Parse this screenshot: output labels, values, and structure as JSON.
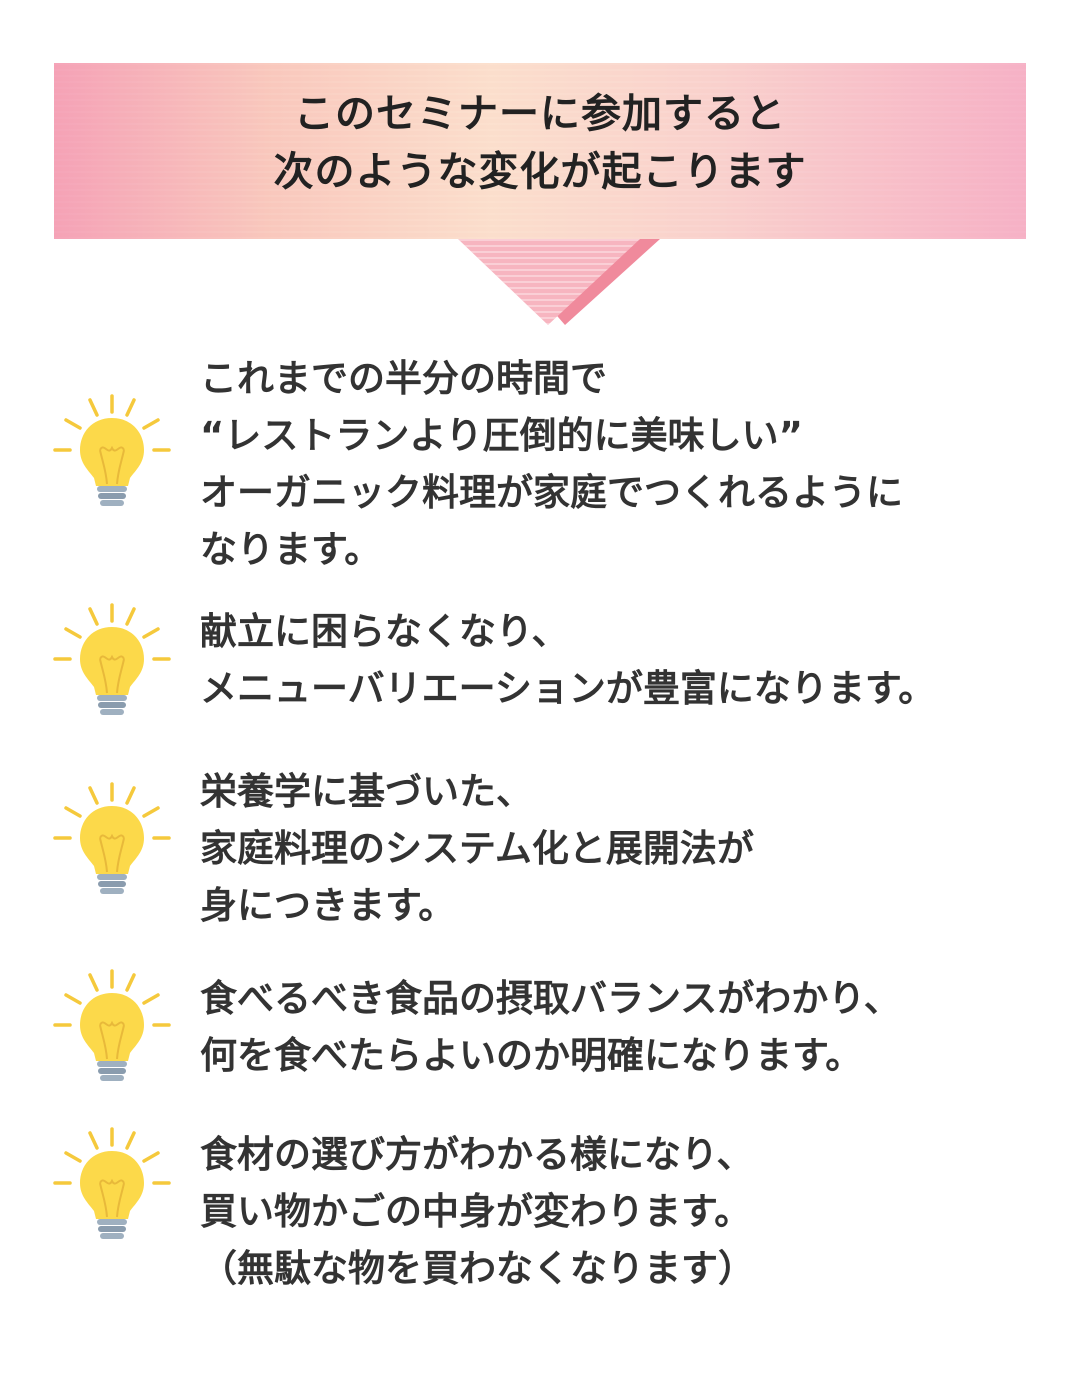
{
  "banner": {
    "title_lines": [
      "このセミナーに参加すると",
      "次のような変化が起こります"
    ]
  },
  "icons": {
    "pointer": "down-arrow-icon",
    "bullet": "lightbulb-icon"
  },
  "colors": {
    "banner_pink": "#f5a8be",
    "banner_peach": "#fce4cc",
    "pointer_pink": "#f29aa8",
    "bulb_yellow": "#fcd94a",
    "bulb_base": "#8fa3b5",
    "text": "#333333"
  },
  "benefits": [
    {
      "lines": [
        "これまでの半分の時間で",
        "“レストランより圧倒的に美味しい”",
        "オーガニック料理が家庭でつくれるように",
        "なります。"
      ]
    },
    {
      "lines": [
        "献立に困らなくなり、",
        "メニューバリエーションが豊富になります。"
      ]
    },
    {
      "lines": [
        "栄養学に基づいた、",
        "家庭料理のシステム化と展開法が",
        "身につきます。"
      ]
    },
    {
      "lines": [
        "食べるべき食品の摂取バランスがわかり、",
        "何を食べたらよいのか明確になります。"
      ]
    },
    {
      "lines": [
        "食材の選び方がわかる様になり、",
        "買い物かごの中身が変わります。",
        "（無駄な物を買わなくなります）"
      ]
    }
  ]
}
